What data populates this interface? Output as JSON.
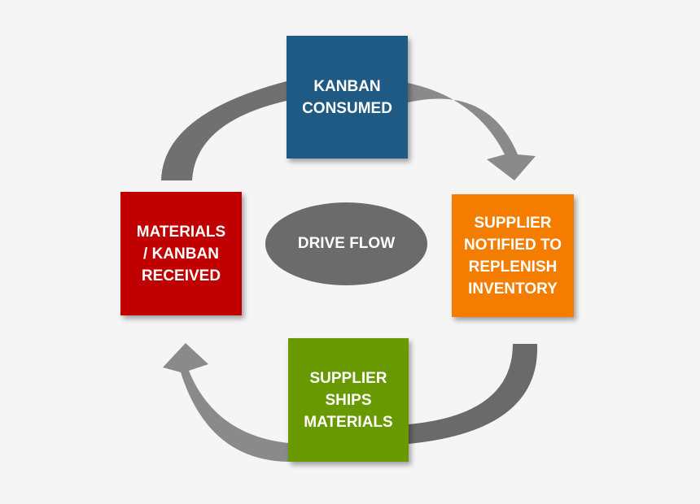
{
  "diagram": {
    "center_label": "DRIVE FLOW",
    "nodes": {
      "top": {
        "label": "KANBAN\nCONSUMED",
        "color": "#1f5a84"
      },
      "right": {
        "label": "SUPPLIER\nNOTIFIED TO\nREPLENISH\nINVENTORY",
        "color": "#f47d00"
      },
      "bottom": {
        "label": "SUPPLIER\nSHIPS\nMATERIALS",
        "color": "#689a00"
      },
      "left": {
        "label": "MATERIALS\n/ KANBAN\nRECEIVED",
        "color": "#c00000"
      }
    },
    "center_color": "#6b6b6b",
    "arrow_color": "#737373"
  }
}
